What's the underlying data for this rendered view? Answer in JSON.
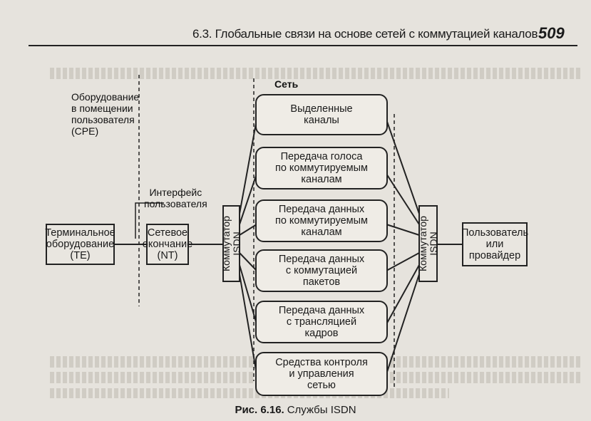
{
  "header": {
    "title": "6.3. Глобальные связи на основе сетей с коммутацией каналов",
    "page_number": "509"
  },
  "diagram": {
    "network_label": "Сеть",
    "cpe_label": "Оборудование\nв помещении\nпользователя\n(CPE)",
    "interface_label": "Интерфейс\nпользователя",
    "te_box": "Терминальное\nоборудование\n(TE)",
    "nt_box": "Сетевое\nокончание\n(NT)",
    "switch_left": "Коммутатор\nISDN",
    "switch_right": "Коммутатор\nISDN",
    "user_box": "Пользователь\nили\nпровайдер",
    "services": [
      "Выделенные\nканалы",
      "Передача голоса\nпо коммутируемым\nканалам",
      "Передача данных\nпо коммутируемым\nканалам",
      "Передача данных\nс коммутацией\nпакетов",
      "Передача данных\nс трансляцией\nкадров",
      "Средства контроля\nи управления\nсетью"
    ]
  },
  "caption": {
    "figure": "Рис. 6.16.",
    "text": "Службы ISDN"
  }
}
